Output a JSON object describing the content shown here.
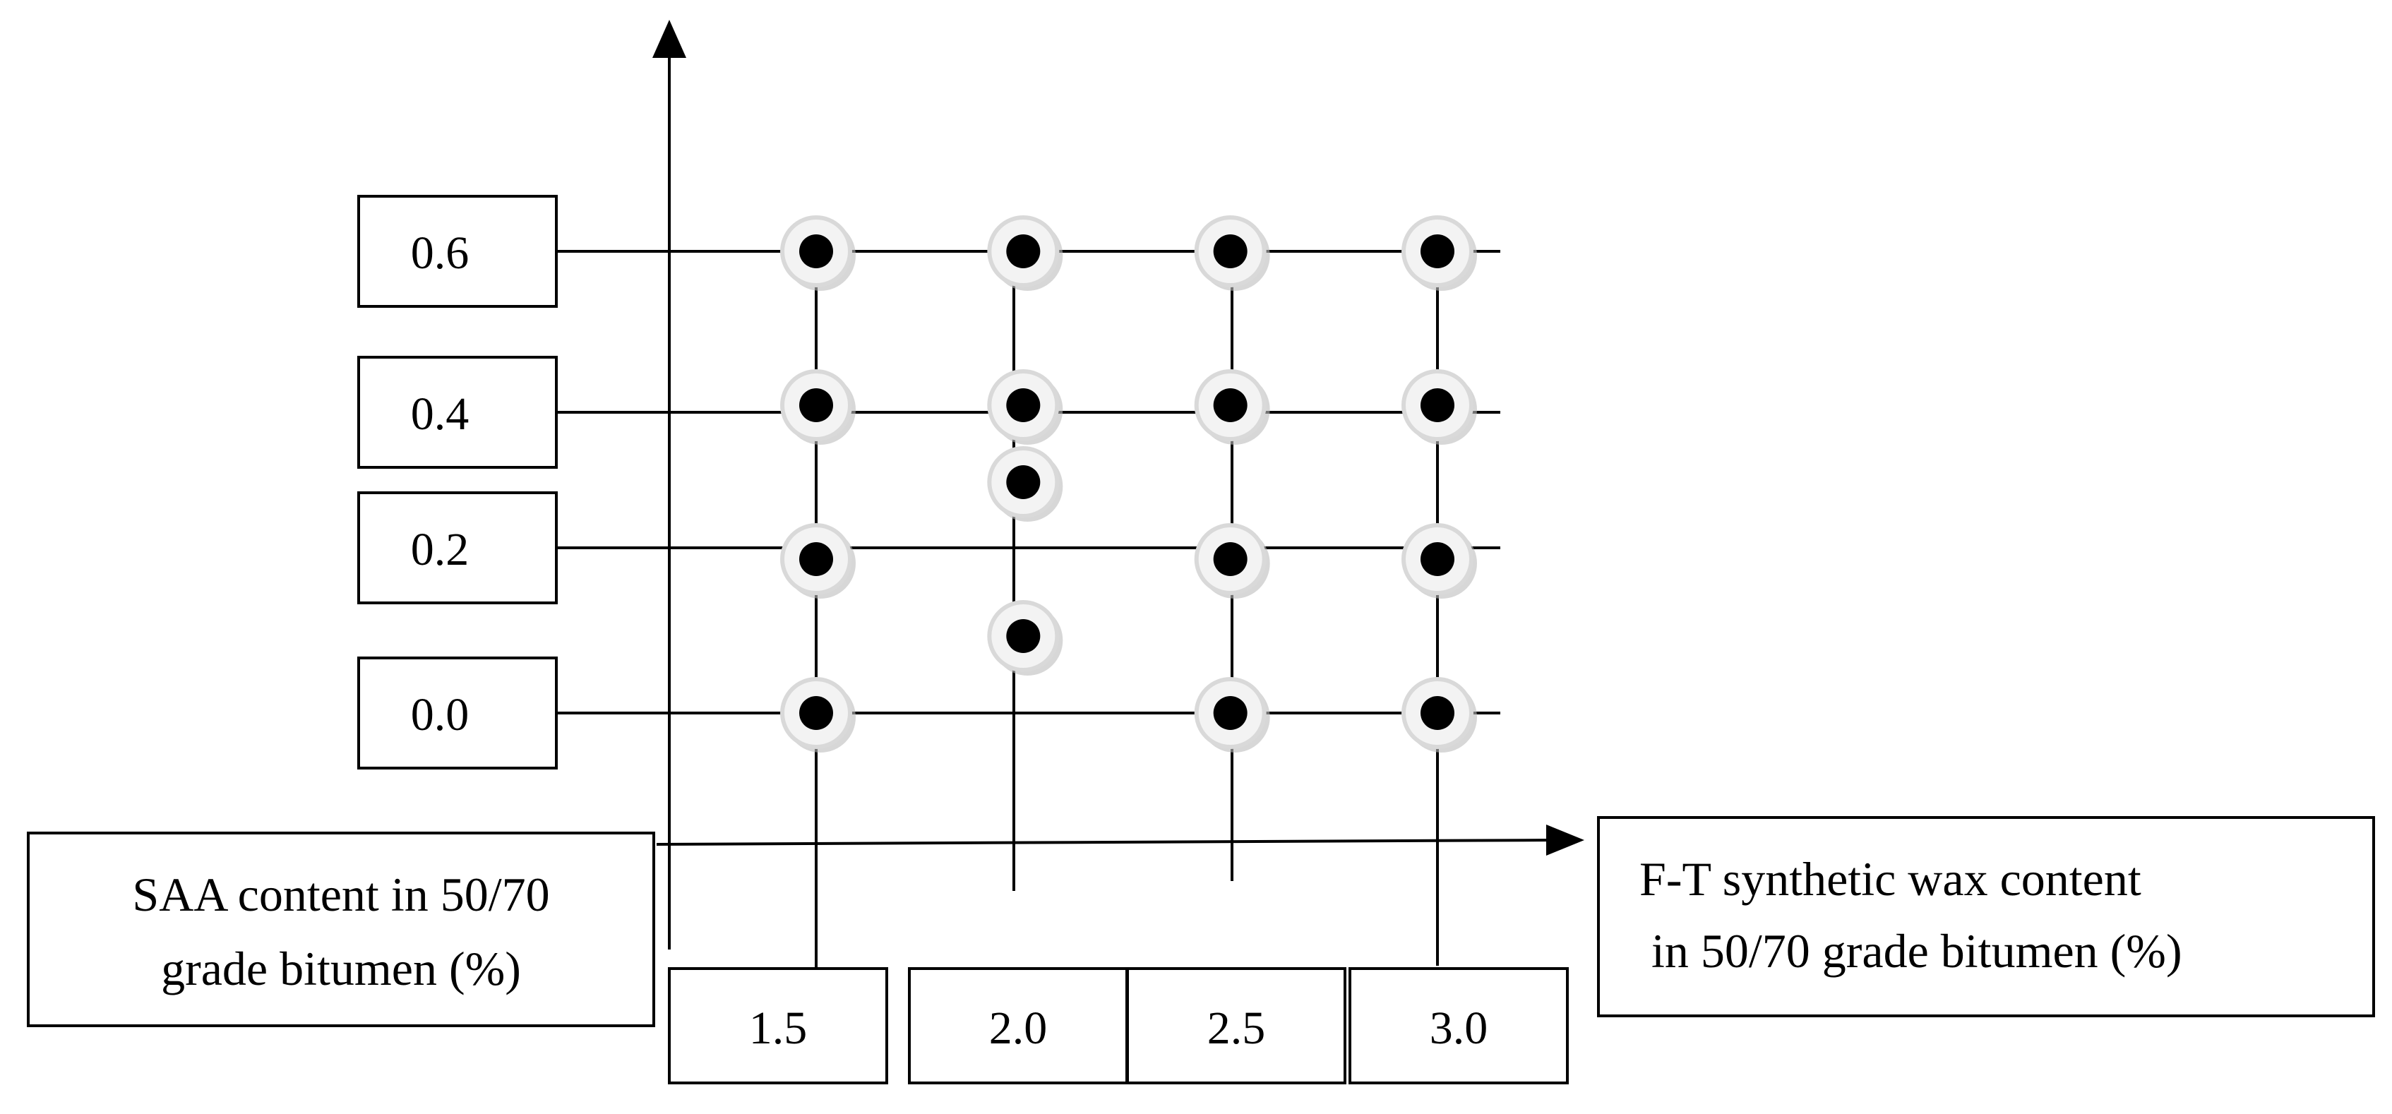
{
  "chart_data": {
    "type": "scatter",
    "x_categories": [
      "1.5",
      "2.0",
      "2.5",
      "3.0"
    ],
    "y_categories": [
      "0.0",
      "0.2",
      "0.4",
      "0.6"
    ],
    "xlabel_lines": [
      "F-T synthetic wax content",
      " in 50/70 grade bitumen (%)"
    ],
    "ylabel_lines": [
      "SAA content in 50/70",
      "grade bitumen (%)"
    ],
    "points": [
      {
        "x": 1.5,
        "y": 0.0
      },
      {
        "x": 1.5,
        "y": 0.2
      },
      {
        "x": 1.5,
        "y": 0.4
      },
      {
        "x": 1.5,
        "y": 0.6
      },
      {
        "x": 2.0,
        "y": 0.1
      },
      {
        "x": 2.0,
        "y": 0.3
      },
      {
        "x": 2.0,
        "y": 0.4
      },
      {
        "x": 2.0,
        "y": 0.6
      },
      {
        "x": 2.5,
        "y": 0.0
      },
      {
        "x": 2.5,
        "y": 0.2
      },
      {
        "x": 2.5,
        "y": 0.4
      },
      {
        "x": 2.5,
        "y": 0.6
      },
      {
        "x": 3.0,
        "y": 0.0
      },
      {
        "x": 3.0,
        "y": 0.2
      },
      {
        "x": 3.0,
        "y": 0.4
      },
      {
        "x": 3.0,
        "y": 0.6
      }
    ],
    "grid": true,
    "colors": {
      "marker": "#000000",
      "marker_halo": "#d9d9d9",
      "line": "#000000"
    }
  }
}
